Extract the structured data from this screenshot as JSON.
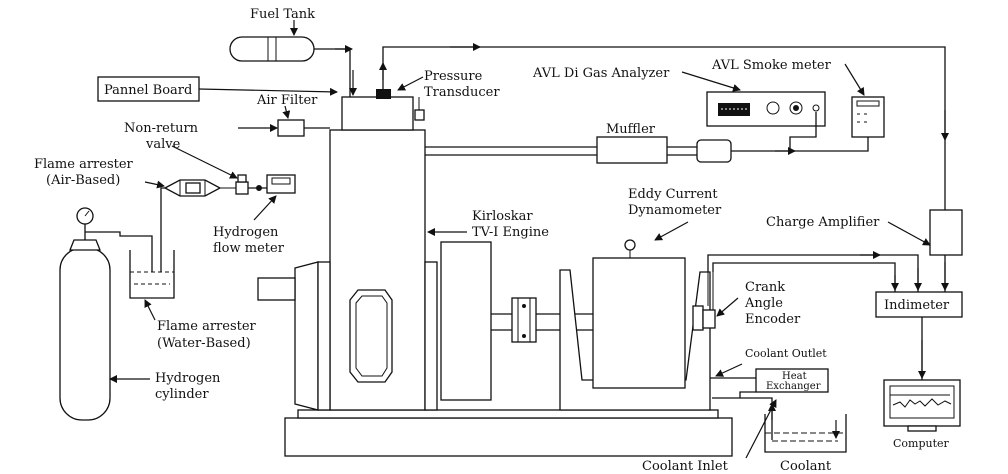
{
  "labels": {
    "fuel_tank": "Fuel Tank",
    "pannel_board": "Pannel Board",
    "air_filter": "Air Filter",
    "pressure_1": "Pressure",
    "pressure_2": "Transducer",
    "gas_analyzer": "AVL Di Gas Analyzer",
    "smoke_meter": "AVL Smoke meter",
    "non_return_1": "Non-return",
    "non_return_2": "valve",
    "flame_air_1": "Flame arrester",
    "flame_air_2": "(Air-Based)",
    "muffler": "Muffler",
    "hydrogen_flow_1": "Hydrogen",
    "hydrogen_flow_2": "flow meter",
    "kirloskar_1": "Kirloskar",
    "kirloskar_2": "TV-I Engine",
    "eddy_1": "Eddy Current",
    "eddy_2": "Dynamometer",
    "charge_amp": "Charge Amplifier",
    "crank_1": "Crank",
    "crank_2": "Angle",
    "crank_3": "Encoder",
    "indimeter": "Indimeter",
    "flame_water_1": "Flame arrester",
    "flame_water_2": "(Water-Based)",
    "coolant_outlet": "Coolant Outlet",
    "heat_exchanger_1": "Heat",
    "heat_exchanger_2": "Exchanger",
    "hydrogen_cyl_1": "Hydrogen",
    "hydrogen_cyl_2": "cylinder",
    "computer": "Computer",
    "coolant_inlet": "Coolant Inlet",
    "coolant": "Coolant"
  }
}
